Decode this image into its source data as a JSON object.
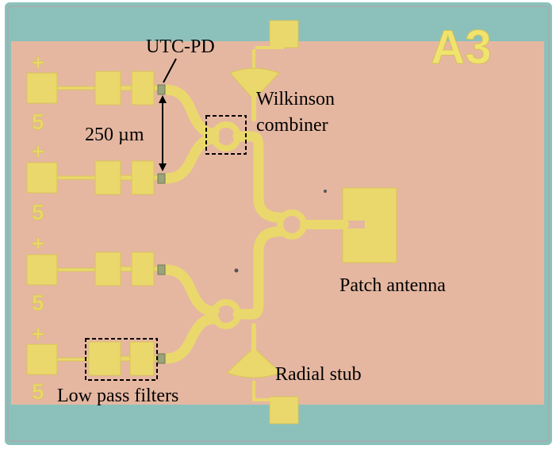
{
  "chip_id": "A3",
  "pad_marks": {
    "plus": "+",
    "minus": "5"
  },
  "labels": {
    "utc_pd": "UTC-PD",
    "wilkinson_line1": "Wilkinson",
    "wilkinson_line2": "combiner",
    "spacing": "250 µm",
    "patch_antenna": "Patch antenna",
    "radial_stub": "Radial stub",
    "low_pass_filters": "Low pass filters"
  },
  "colors": {
    "substrate": "#e5b7a1",
    "metal": "#ead86c",
    "metal_outline": "#d9c358",
    "frame": "#8cc1bb",
    "background": "#ffffff",
    "text": "#000000"
  }
}
